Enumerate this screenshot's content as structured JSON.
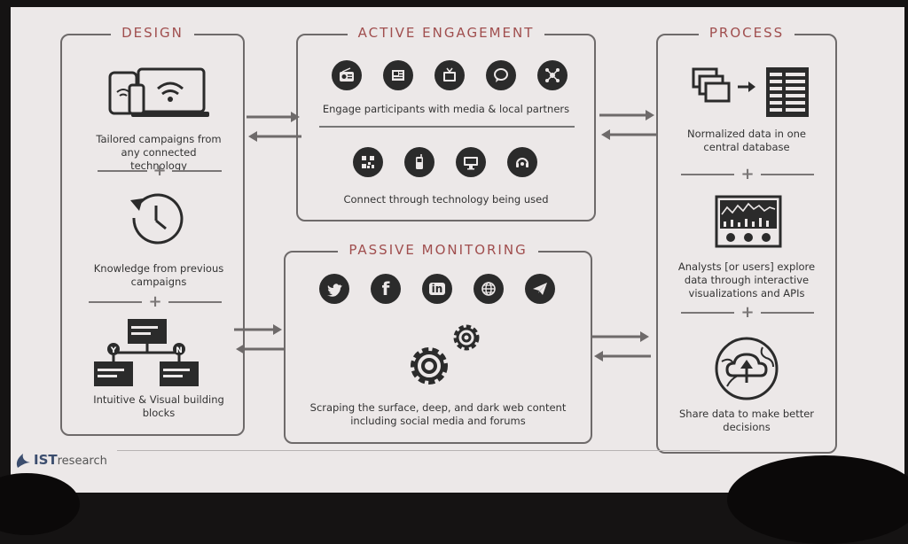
{
  "design": {
    "title": "DESIGN",
    "caption1": "Tailored campaigns from any connected technology",
    "caption2": "Knowledge from previous campaigns",
    "caption3": "Intuitive & Visual building blocks",
    "node_yes": "Y",
    "node_no": "N"
  },
  "active": {
    "title": "ACTIVE ENGAGEMENT",
    "caption1": "Engage participants with media & local partners",
    "caption2": "Connect through technology being used",
    "icons_row1": [
      "radio-icon",
      "newspaper-icon",
      "tv-icon",
      "chat-icon",
      "network-icon"
    ],
    "icons_row2": [
      "qr-code-icon",
      "phone-icon",
      "monitor-icon",
      "headset-icon"
    ]
  },
  "passive": {
    "title": "PASSIVE MONITORING",
    "caption": "Scraping the surface, deep, and dark web content including social media and forums",
    "icons": [
      "twitter-icon",
      "facebook-icon",
      "linkedin-icon",
      "globe-icon",
      "telegram-icon"
    ],
    "linkedin_label": "in",
    "facebook_label": "f"
  },
  "process": {
    "title": "PROCESS",
    "caption1": "Normalized data in one central database",
    "caption2": "Analysts [or users] explore data through interactive visualizations and APIs",
    "caption3": "Share data to make better decisions"
  },
  "brand": {
    "prefix": "IST",
    "suffix": "research"
  },
  "colors": {
    "title": "#a04e4e",
    "border": "#6e6a6a",
    "icon_bg": "#2b2b2b"
  }
}
